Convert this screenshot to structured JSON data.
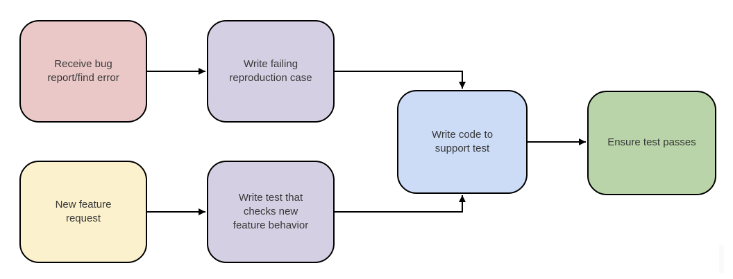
{
  "diagram": {
    "type": "flowchart",
    "nodes": [
      {
        "id": "receive-bug-report",
        "label": "Receive bug report/find error",
        "fill": "#EBC8C8"
      },
      {
        "id": "write-failing-repro",
        "label": "Write failing reproduction case",
        "fill": "#D4CFE3"
      },
      {
        "id": "new-feature-request",
        "label": "New feature request",
        "fill": "#FBF1CC"
      },
      {
        "id": "write-test-checks",
        "label": "Write test that checks new feature behavior",
        "fill": "#D4CFE3"
      },
      {
        "id": "write-code-support",
        "label": "Write code to support test",
        "fill": "#CCDCF7"
      },
      {
        "id": "ensure-test-passes",
        "label": "Ensure test passes",
        "fill": "#B8D4A8"
      }
    ],
    "edges": [
      {
        "from": "receive-bug-report",
        "to": "write-failing-repro"
      },
      {
        "from": "write-failing-repro",
        "to": "write-code-support"
      },
      {
        "from": "new-feature-request",
        "to": "write-test-checks"
      },
      {
        "from": "write-test-checks",
        "to": "write-code-support"
      },
      {
        "from": "write-code-support",
        "to": "ensure-test-passes"
      }
    ],
    "colors": {
      "arrow": "#000000",
      "border": "#000000",
      "text": "#383838",
      "background": "#ffffff"
    }
  }
}
